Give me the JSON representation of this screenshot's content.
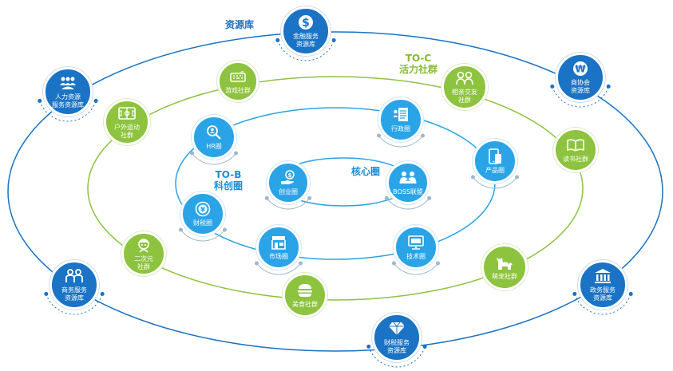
{
  "colors": {
    "outer_ring": "#1a73c4",
    "middle_ring": "#8dc33f",
    "inner_ring": "#2aa4e6",
    "core_ring": "#2aa4e6"
  },
  "rings": {
    "resource_label": "资源库",
    "toc_label": "TO-C\n活力社群",
    "tob_label": "TO-B\n科创圈",
    "core_label": "核心圈"
  },
  "outer_nodes": [
    {
      "label": "金融服务\n资源库",
      "icon": "dollar-icon"
    },
    {
      "label": "商协会\n资源库",
      "icon": "won-icon"
    },
    {
      "label": "政务服务\n资源库",
      "icon": "government-building-icon"
    },
    {
      "label": "财税服务\n资源库",
      "icon": "diamond-icon"
    },
    {
      "label": "商务服务\n资源库",
      "icon": "business-people-icon"
    },
    {
      "label": "人力资源\n服务资源库",
      "icon": "people-group-icon"
    }
  ],
  "middle_nodes": [
    {
      "label": "游戏社群",
      "icon": "keyboard-icon"
    },
    {
      "label": "相亲交友\n社群",
      "icon": "couple-icon"
    },
    {
      "label": "读书社群",
      "icon": "book-icon"
    },
    {
      "label": "萌宠社群",
      "icon": "pet-icon"
    },
    {
      "label": "美食社群",
      "icon": "burger-icon"
    },
    {
      "label": "二次元\n社群",
      "icon": "anime-character-icon"
    },
    {
      "label": "户外运动\n社群",
      "icon": "sports-field-icon"
    }
  ],
  "inner_nodes": [
    {
      "label": "HR圈",
      "icon": "magnifier-person-icon"
    },
    {
      "label": "行政圈",
      "icon": "document-list-icon"
    },
    {
      "label": "产品圈",
      "icon": "mobile-device-icon"
    },
    {
      "label": "技术圈",
      "icon": "computer-icon"
    },
    {
      "label": "市场圈",
      "icon": "storefront-icon"
    },
    {
      "label": "财税圈",
      "icon": "coin-icon"
    }
  ],
  "core_nodes": [
    {
      "label": "创业圈",
      "icon": "hand-money-icon"
    },
    {
      "label": "BOSS联盟",
      "icon": "partners-icon"
    }
  ]
}
